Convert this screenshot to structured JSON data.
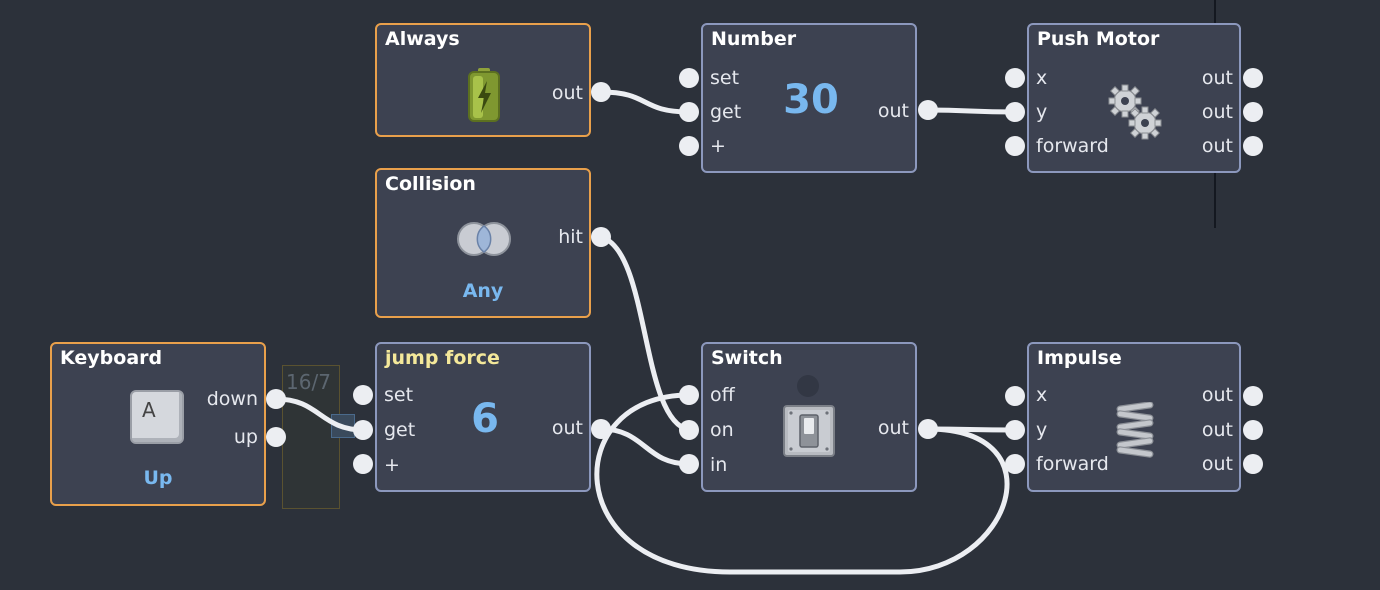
{
  "nodes": {
    "always": {
      "title": "Always",
      "outputs": [
        "out"
      ]
    },
    "number": {
      "title": "Number",
      "inputs": [
        "set",
        "get",
        "+"
      ],
      "value": "30",
      "outputs": [
        "out"
      ]
    },
    "push_motor": {
      "title": "Push Motor",
      "inputs": [
        "x",
        "y",
        "forward"
      ],
      "outputs": [
        "out",
        "out",
        "out"
      ]
    },
    "collision": {
      "title": "Collision",
      "outputs": [
        "hit"
      ],
      "mode": "Any"
    },
    "keyboard": {
      "title": "Keyboard",
      "key": "A",
      "outputs": [
        "down",
        "up"
      ],
      "mode": "Up"
    },
    "jump_force": {
      "title": "jump force",
      "inputs": [
        "set",
        "get",
        "+"
      ],
      "value": "6",
      "outputs": [
        "out"
      ]
    },
    "switch": {
      "title": "Switch",
      "inputs": [
        "off",
        "on",
        "in"
      ],
      "outputs": [
        "out"
      ]
    },
    "impulse": {
      "title": "Impulse",
      "inputs": [
        "x",
        "y",
        "forward"
      ],
      "outputs": [
        "out",
        "out",
        "out"
      ]
    }
  },
  "ghost_label": "16/7",
  "colors": {
    "background": "#2c313a",
    "node_fill": "#3d4251",
    "event_border": "#e9a04b",
    "node_border": "#8c98bd",
    "value_text": "#79b8ef",
    "variable_title": "#f4e89a",
    "wire": "#eceef2"
  }
}
